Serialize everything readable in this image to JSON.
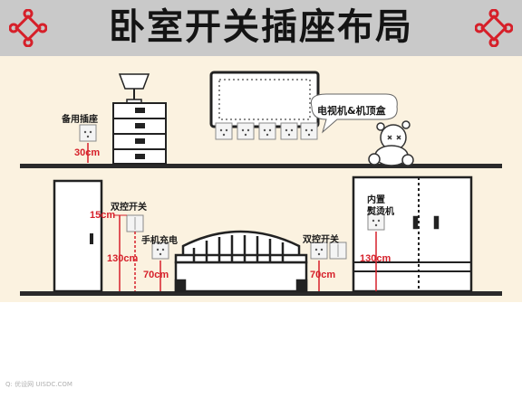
{
  "title": "卧室开关插座布局",
  "labels": {
    "spare_socket": "备用插座",
    "tv_box": "电视机&机顶盒",
    "double_switch_left": "双控开关",
    "phone_charge": "手机充电",
    "double_switch_right": "双控开关",
    "built_in": "内置",
    "steamer": "熨烫机"
  },
  "heights": {
    "spare_socket": "30cm",
    "left_switch_top": "15cm",
    "left_switch": "130cm",
    "phone_charge": "70cm",
    "right_switch": "70cm",
    "wardrobe_socket": "130cm"
  },
  "watermark": "Q: 优设网 UISDC.COM",
  "colors": {
    "banner": "#c9c9c9",
    "panel": "#fbf2e0",
    "measure": "#d6202a",
    "knot": "#d6202a"
  }
}
